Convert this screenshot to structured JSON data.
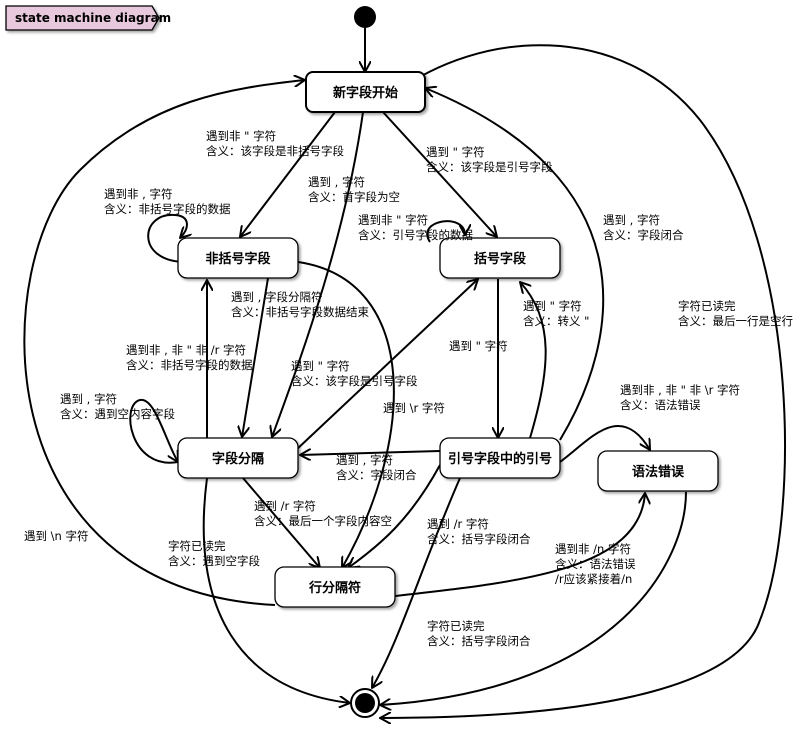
{
  "frame": {
    "title": "state machine diagram",
    "fill": "#e8c8dc"
  },
  "states": {
    "new_field": "新字段开始",
    "nonquoted": "非括号字段",
    "quoted": "括号字段",
    "separator": "字段分隔",
    "quote_in_quoted": "引号字段中的引号",
    "syntax_error": "语法错误",
    "row_separator": "行分隔符"
  },
  "labels": {
    "l1": [
      "遇到非 \" 字符",
      "含义：该字段是非括号字段"
    ],
    "l2": [
      "遇到 \" 字符",
      "含义：该字段是引号字段"
    ],
    "l3": [
      "遇到 , 字符",
      "含义：首字段为空"
    ],
    "l4": [
      "遇到非 , 字符",
      "含义：非括号字段的数据"
    ],
    "l5": [
      "遇到非 \" 字符",
      "含义：引号字段的数据"
    ],
    "l6": [
      "遇到 , 字符",
      "含义：字段闭合"
    ],
    "l7": [
      "字符已读完",
      "含义：最后一行是空行"
    ],
    "l8": [
      "遇到 , 字段分隔符",
      "含义：非括号字段数据结束"
    ],
    "l9": [
      "遇到 \" 字符",
      "含义：转义 \""
    ],
    "l10": [
      "遇到 \" 字符"
    ],
    "l11": [
      "遇到非 , 非 \" 非 /r 字符",
      "含义：非括号字段的数据"
    ],
    "l12": [
      "遇到 \" 字符",
      "含义：该字段是引号字段"
    ],
    "l13": [
      "遇到 , 字符",
      "含义：遇到空内容字段"
    ],
    "l14": [
      "遇到 \\r 字符"
    ],
    "l15": [
      "遇到 , 字符",
      "含义：字段闭合"
    ],
    "l16": [
      "遇到非 , 非 \" 非 \\r 字符",
      "含义：语法错误"
    ],
    "l17": [
      "遇到 /r 字符",
      "含义：最后一个字段内容空"
    ],
    "l18": [
      "遇到 \\n 字符"
    ],
    "l19": [
      "字符已读完",
      "含义：遇到空字段"
    ],
    "l20": [
      "遇到 /r 字符",
      "含义：括号字段闭合"
    ],
    "l21": [
      "遇到非 /n 字符",
      "含义：语法错误",
      "/r应该紧接着/n"
    ],
    "l22": [
      "字符已读完",
      "含义：括号字段闭合"
    ]
  }
}
